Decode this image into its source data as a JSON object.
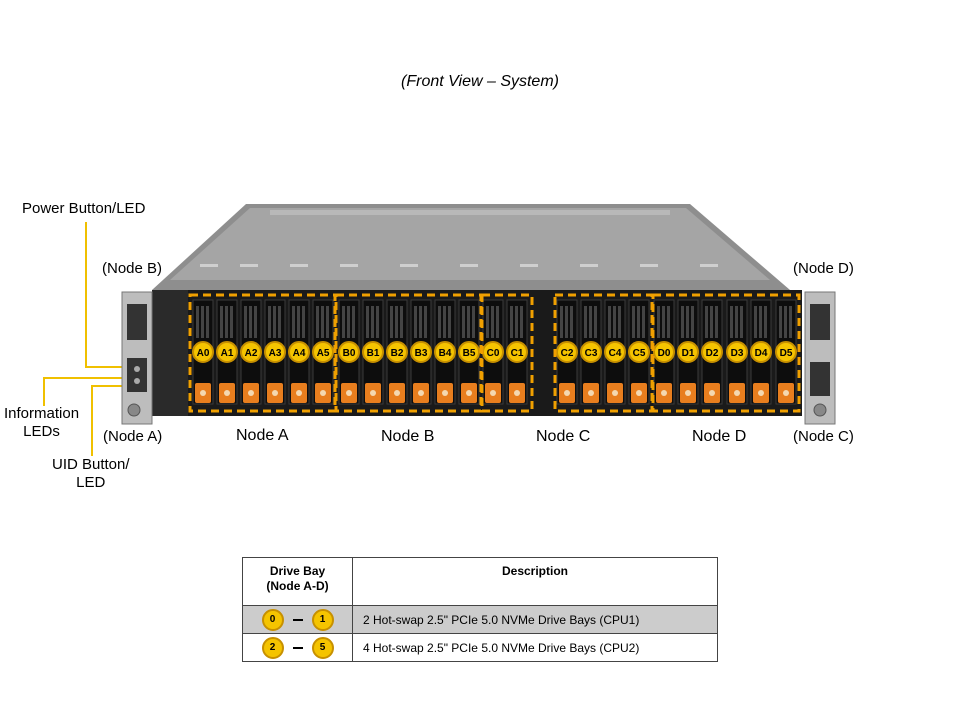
{
  "title": "(Front View – System)",
  "callouts": {
    "power": "Power Button/LED",
    "node_b_left": "(Node B)",
    "info": "Information\nLEDs",
    "node_a_left": "(Node A)",
    "uid": "UID Button/\nLED",
    "node_d_right": "(Node D)",
    "node_c_right": "(Node C)"
  },
  "nodes": [
    "Node A",
    "Node B",
    "Node C",
    "Node D"
  ],
  "bays": [
    "A0",
    "A1",
    "A2",
    "A3",
    "A4",
    "A5",
    "B0",
    "B1",
    "B2",
    "B3",
    "B4",
    "B5",
    "C0",
    "C1",
    "C2",
    "C3",
    "C4",
    "C5",
    "D0",
    "D1",
    "D2",
    "D3",
    "D4",
    "D5"
  ],
  "colors": {
    "badge": "#f5c400",
    "badge_border": "#c79000",
    "tray_orange": "#e87e1e",
    "highlight_box": "#f0a000"
  },
  "legend": {
    "headers": [
      "Drive Bay\n(Node A-D)",
      "Description"
    ],
    "rows": [
      {
        "from": "0",
        "to": "1",
        "description": "2 Hot-swap 2.5\" PCIe 5.0 NVMe Drive Bays (CPU1)"
      },
      {
        "from": "2",
        "to": "5",
        "description": "4 Hot-swap 2.5\" PCIe 5.0 NVMe Drive Bays (CPU2)"
      }
    ]
  }
}
